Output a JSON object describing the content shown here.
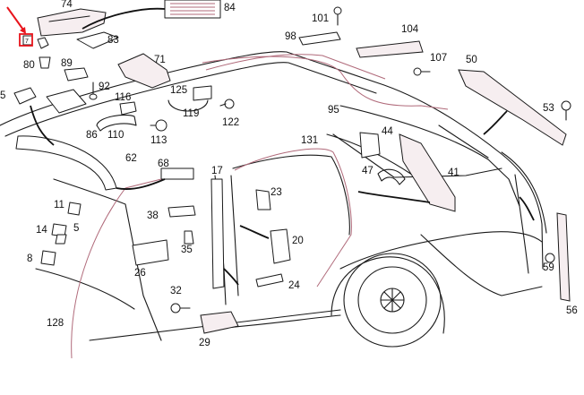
{
  "diagram": {
    "colors": {
      "line": "#1a1a1a",
      "highlight": "#e8141c",
      "trim": "#b06a7a",
      "background": "#ffffff"
    },
    "highlighted_part": "7",
    "callouts": [
      {
        "id": "7",
        "label": "7"
      },
      {
        "id": "74",
        "label": "74"
      },
      {
        "id": "84",
        "label": "84"
      },
      {
        "id": "101",
        "label": "101"
      },
      {
        "id": "104",
        "label": "104"
      },
      {
        "id": "98",
        "label": "98"
      },
      {
        "id": "83",
        "label": "83"
      },
      {
        "id": "80",
        "label": "80"
      },
      {
        "id": "89",
        "label": "89"
      },
      {
        "id": "71",
        "label": "71"
      },
      {
        "id": "107",
        "label": "107"
      },
      {
        "id": "50",
        "label": "50"
      },
      {
        "id": "92",
        "label": "92"
      },
      {
        "id": "5a",
        "label": "5"
      },
      {
        "id": "116",
        "label": "116"
      },
      {
        "id": "125",
        "label": "125"
      },
      {
        "id": "119",
        "label": "119"
      },
      {
        "id": "122",
        "label": "122"
      },
      {
        "id": "95",
        "label": "95"
      },
      {
        "id": "53",
        "label": "53"
      },
      {
        "id": "86",
        "label": "86"
      },
      {
        "id": "110",
        "label": "110"
      },
      {
        "id": "113",
        "label": "113"
      },
      {
        "id": "131",
        "label": "131"
      },
      {
        "id": "44",
        "label": "44"
      },
      {
        "id": "62",
        "label": "62"
      },
      {
        "id": "68",
        "label": "68"
      },
      {
        "id": "17",
        "label": "17"
      },
      {
        "id": "47",
        "label": "47"
      },
      {
        "id": "41",
        "label": "41"
      },
      {
        "id": "11",
        "label": "11"
      },
      {
        "id": "23",
        "label": "23"
      },
      {
        "id": "38",
        "label": "38"
      },
      {
        "id": "14",
        "label": "14"
      },
      {
        "id": "5b",
        "label": "5"
      },
      {
        "id": "20",
        "label": "20"
      },
      {
        "id": "35",
        "label": "35"
      },
      {
        "id": "8",
        "label": "8"
      },
      {
        "id": "26",
        "label": "26"
      },
      {
        "id": "59",
        "label": "59"
      },
      {
        "id": "24",
        "label": "24"
      },
      {
        "id": "32",
        "label": "32"
      },
      {
        "id": "56",
        "label": "56"
      },
      {
        "id": "128",
        "label": "128"
      },
      {
        "id": "29",
        "label": "29"
      }
    ]
  }
}
